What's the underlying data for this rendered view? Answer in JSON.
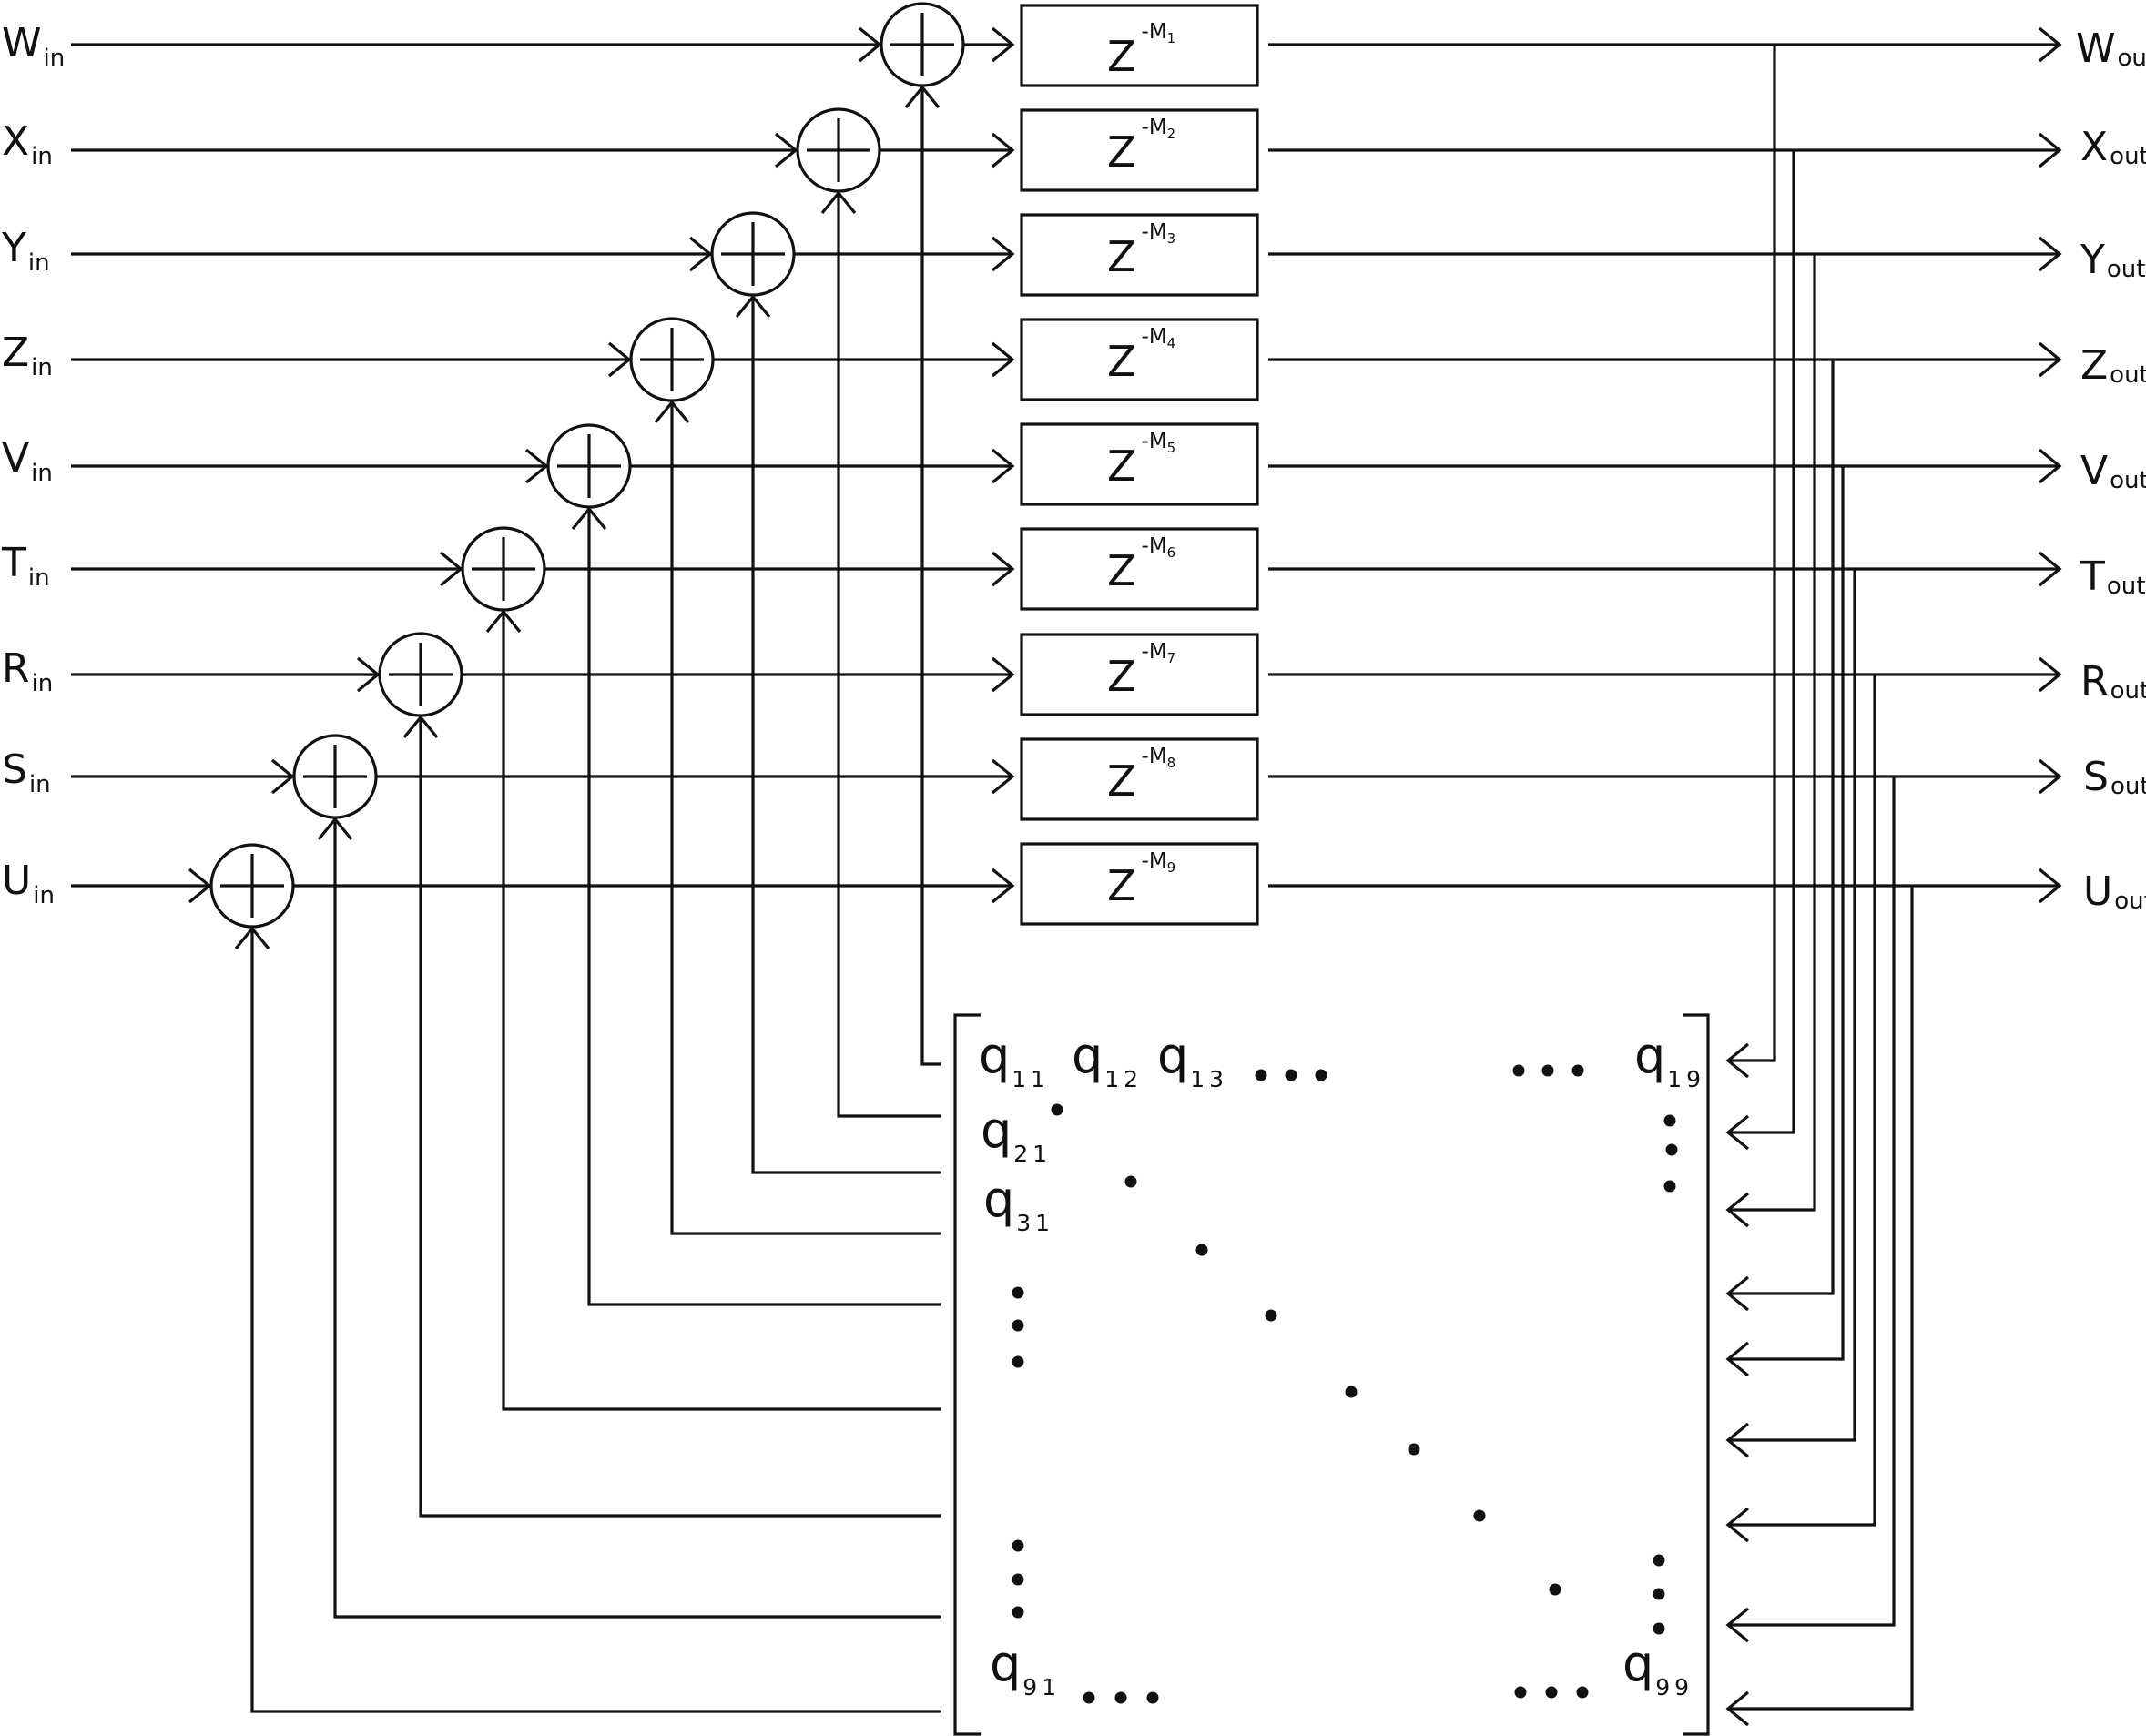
{
  "inputs": [
    {
      "base": "W",
      "sub": "in"
    },
    {
      "base": "X",
      "sub": "in"
    },
    {
      "base": "Y",
      "sub": "in"
    },
    {
      "base": "Z",
      "sub": "in"
    },
    {
      "base": "V",
      "sub": "in"
    },
    {
      "base": "T",
      "sub": "in"
    },
    {
      "base": "R",
      "sub": "in"
    },
    {
      "base": "S",
      "sub": "in"
    },
    {
      "base": "U",
      "sub": "in"
    }
  ],
  "outputs": [
    {
      "base": "W",
      "sub": "out"
    },
    {
      "base": "X",
      "sub": "out"
    },
    {
      "base": "Y",
      "sub": "out"
    },
    {
      "base": "Z",
      "sub": "out"
    },
    {
      "base": "V",
      "sub": "out"
    },
    {
      "base": "T",
      "sub": "out"
    },
    {
      "base": "R",
      "sub": "out"
    },
    {
      "base": "S",
      "sub": "out"
    },
    {
      "base": "U",
      "sub": "out"
    }
  ],
  "delays": [
    {
      "base": "Z",
      "exp": "-M",
      "sub": "1"
    },
    {
      "base": "Z",
      "exp": "-M",
      "sub": "2"
    },
    {
      "base": "Z",
      "exp": "-M",
      "sub": "3"
    },
    {
      "base": "Z",
      "exp": "-M",
      "sub": "4"
    },
    {
      "base": "Z",
      "exp": "-M",
      "sub": "5"
    },
    {
      "base": "Z",
      "exp": "-M",
      "sub": "6"
    },
    {
      "base": "Z",
      "exp": "-M",
      "sub": "7"
    },
    {
      "base": "Z",
      "exp": "-M",
      "sub": "8"
    },
    {
      "base": "Z",
      "exp": "-M",
      "sub": "9"
    }
  ],
  "matrix": {
    "entries": {
      "q11": {
        "base": "q",
        "sub": "11"
      },
      "q12": {
        "base": "q",
        "sub": "12"
      },
      "q13": {
        "base": "q",
        "sub": "13"
      },
      "q19": {
        "base": "q",
        "sub": "19"
      },
      "q21": {
        "base": "q",
        "sub": "21"
      },
      "q31": {
        "base": "q",
        "sub": "31"
      },
      "q91": {
        "base": "q",
        "sub": "91"
      },
      "q99": {
        "base": "q",
        "sub": "99"
      }
    }
  }
}
